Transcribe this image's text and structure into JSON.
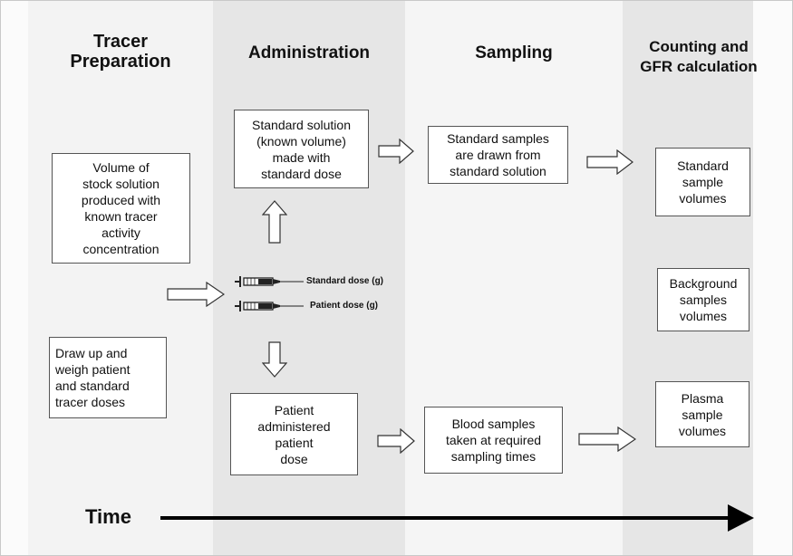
{
  "columns": {
    "prep": "Tracer\nPreparation",
    "admin": "Administration",
    "sampling": "Sampling",
    "counting": "Counting and\nGFR calculation"
  },
  "boxes": {
    "stock": "Volume of\nstock solution\nproduced with\nknown tracer\nactivity\nconcentration",
    "draw": "Draw up and\nweigh patient\nand standard\ntracer doses",
    "std_solution": "Standard solution\n(known volume)\nmade with\nstandard dose",
    "patient_admin": "Patient\nadministered\npatient\ndose",
    "std_samples": "Standard samples\nare drawn from\nstandard solution",
    "blood_samples": "Blood samples\ntaken at required\nsampling times",
    "std_volumes": "Standard\nsample\nvolumes",
    "bg_volumes": "Background\nsamples\nvolumes",
    "plasma_volumes": "Plasma\nsample\nvolumes"
  },
  "syringes": {
    "standard": "Standard dose (g)",
    "patient": "Patient dose (g)"
  },
  "time_label": "Time"
}
